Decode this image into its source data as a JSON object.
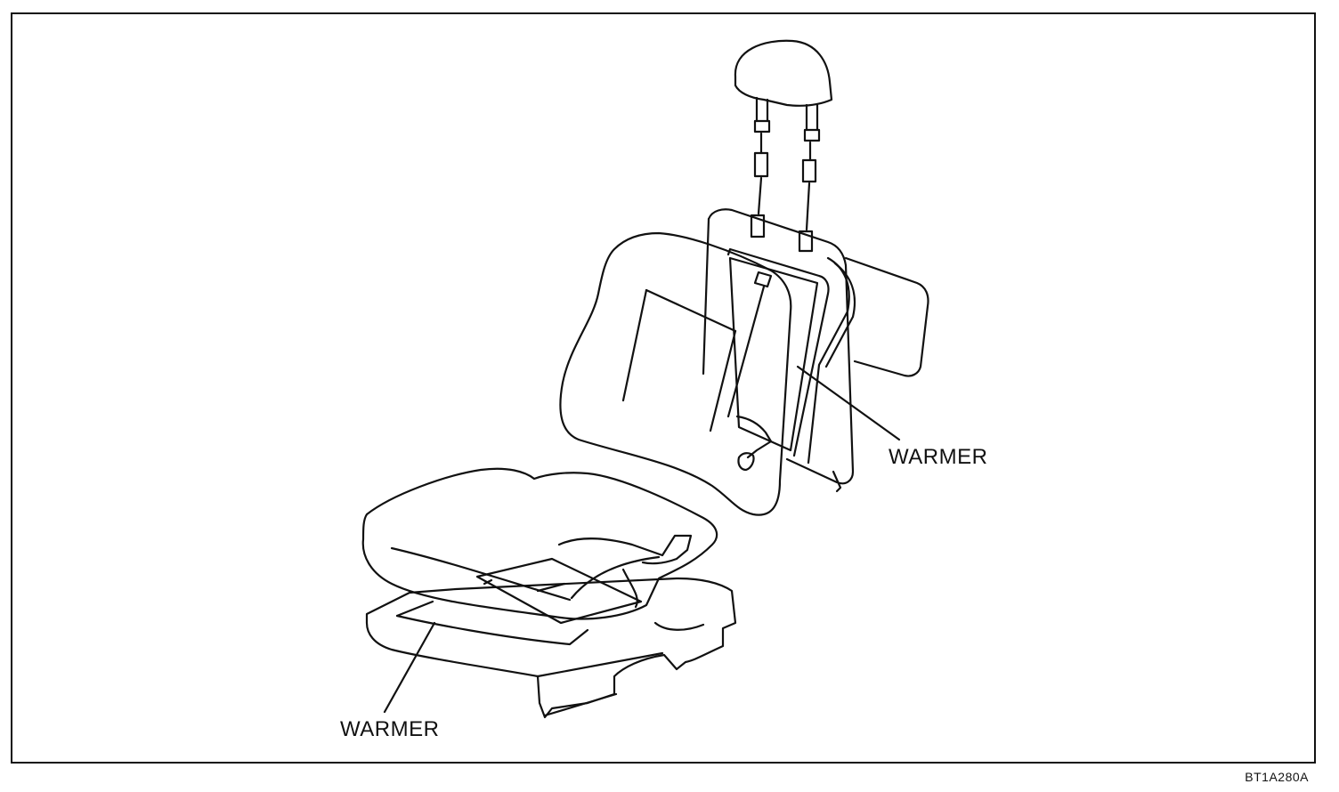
{
  "callouts": {
    "seatback_warmer": "WARMER",
    "cushion_warmer": "WARMER"
  },
  "figure_code": "BT1A280A"
}
